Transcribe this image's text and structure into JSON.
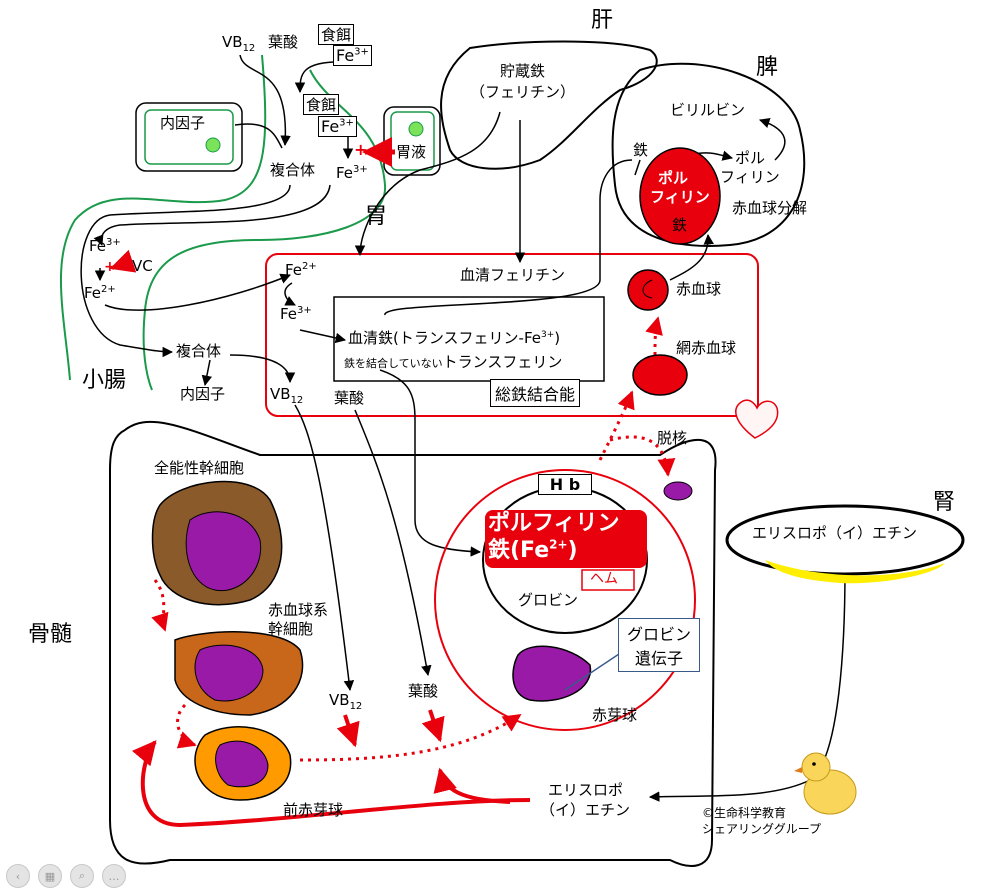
{
  "organs": {
    "liver": "肝",
    "spleen": "脾",
    "stomach": "胃",
    "small_intestine": "小腸",
    "bone_marrow": "骨髄",
    "kidney": "腎"
  },
  "diet": {
    "vb12": "VB",
    "vb12_sub": "12",
    "folic": "葉酸",
    "food": "食餌",
    "fe3": "Fe",
    "fe3_sup": "3+",
    "fe2_sup": "2+"
  },
  "stomach_labels": {
    "intrinsic_factor": "内因子",
    "complex": "複合体",
    "gastric_juice": "胃液",
    "vc": "VC"
  },
  "intestine_labels": {
    "complex": "複合体",
    "intrinsic_factor": "内因子",
    "folic": "葉酸"
  },
  "liver_labels": {
    "storage_iron": "貯蔵鉄",
    "ferritin_paren": "（フェリチン）"
  },
  "spleen_labels": {
    "iron": "鉄",
    "porphyrin_in_cell_1": "ポル",
    "porphyrin_in_cell_2": "フィリン",
    "porphyrin_1": "ポル",
    "porphyrin_2": "フィリン",
    "bilirubin": "ビリルビン",
    "rbc_breakdown": "赤血球分解"
  },
  "blood_labels": {
    "serum_ferritin": "血清フェリチン",
    "serum_iron": "血清鉄(トランスフェリン-Fe",
    "serum_iron_close": ")",
    "unbound_small": "鉄を結合していない",
    "unbound_transferrin": "トランスフェリン",
    "tibc": "総鉄結合能",
    "rbc": "赤血球",
    "reticulocyte": "網赤血球",
    "enucleation": "脱核"
  },
  "marrow_labels": {
    "pluripotent": "全能性幹細胞",
    "erythroid_stem_1": "赤血球系",
    "erythroid_stem_2": "幹細胞",
    "proerythroblast": "前赤芽球",
    "erythroblast": "赤芽球",
    "hb": "H b",
    "porphyrin_iron_1": "ポルフィリン",
    "porphyrin_iron_2": "鉄(Fe",
    "porphyrin_iron_sup": "2+",
    "porphyrin_iron_close": ")",
    "heme": "ヘム",
    "globin": "グロビン",
    "globin_gene_1": "グロビン",
    "globin_gene_2": "遺伝子",
    "epo_1": "エリスロポ",
    "epo_2": "（イ）エチン"
  },
  "kidney_labels": {
    "epo": "エリスロポ（イ）エチン"
  },
  "credit": {
    "line1": "©生命科学教育",
    "line2": "シェアリンググループ"
  },
  "colors": {
    "red": "#e8000d",
    "green_border": "#1a9a4a",
    "green_dot": "#7be35a",
    "brown": "#8b5a2b",
    "brown_light": "#c8661a",
    "orange": "#ff9a00",
    "purple": "#9a1aa8",
    "yellow": "#ffee00"
  },
  "icons": [
    "plus-arrow-icon",
    "heart-icon",
    "chick-icon"
  ]
}
